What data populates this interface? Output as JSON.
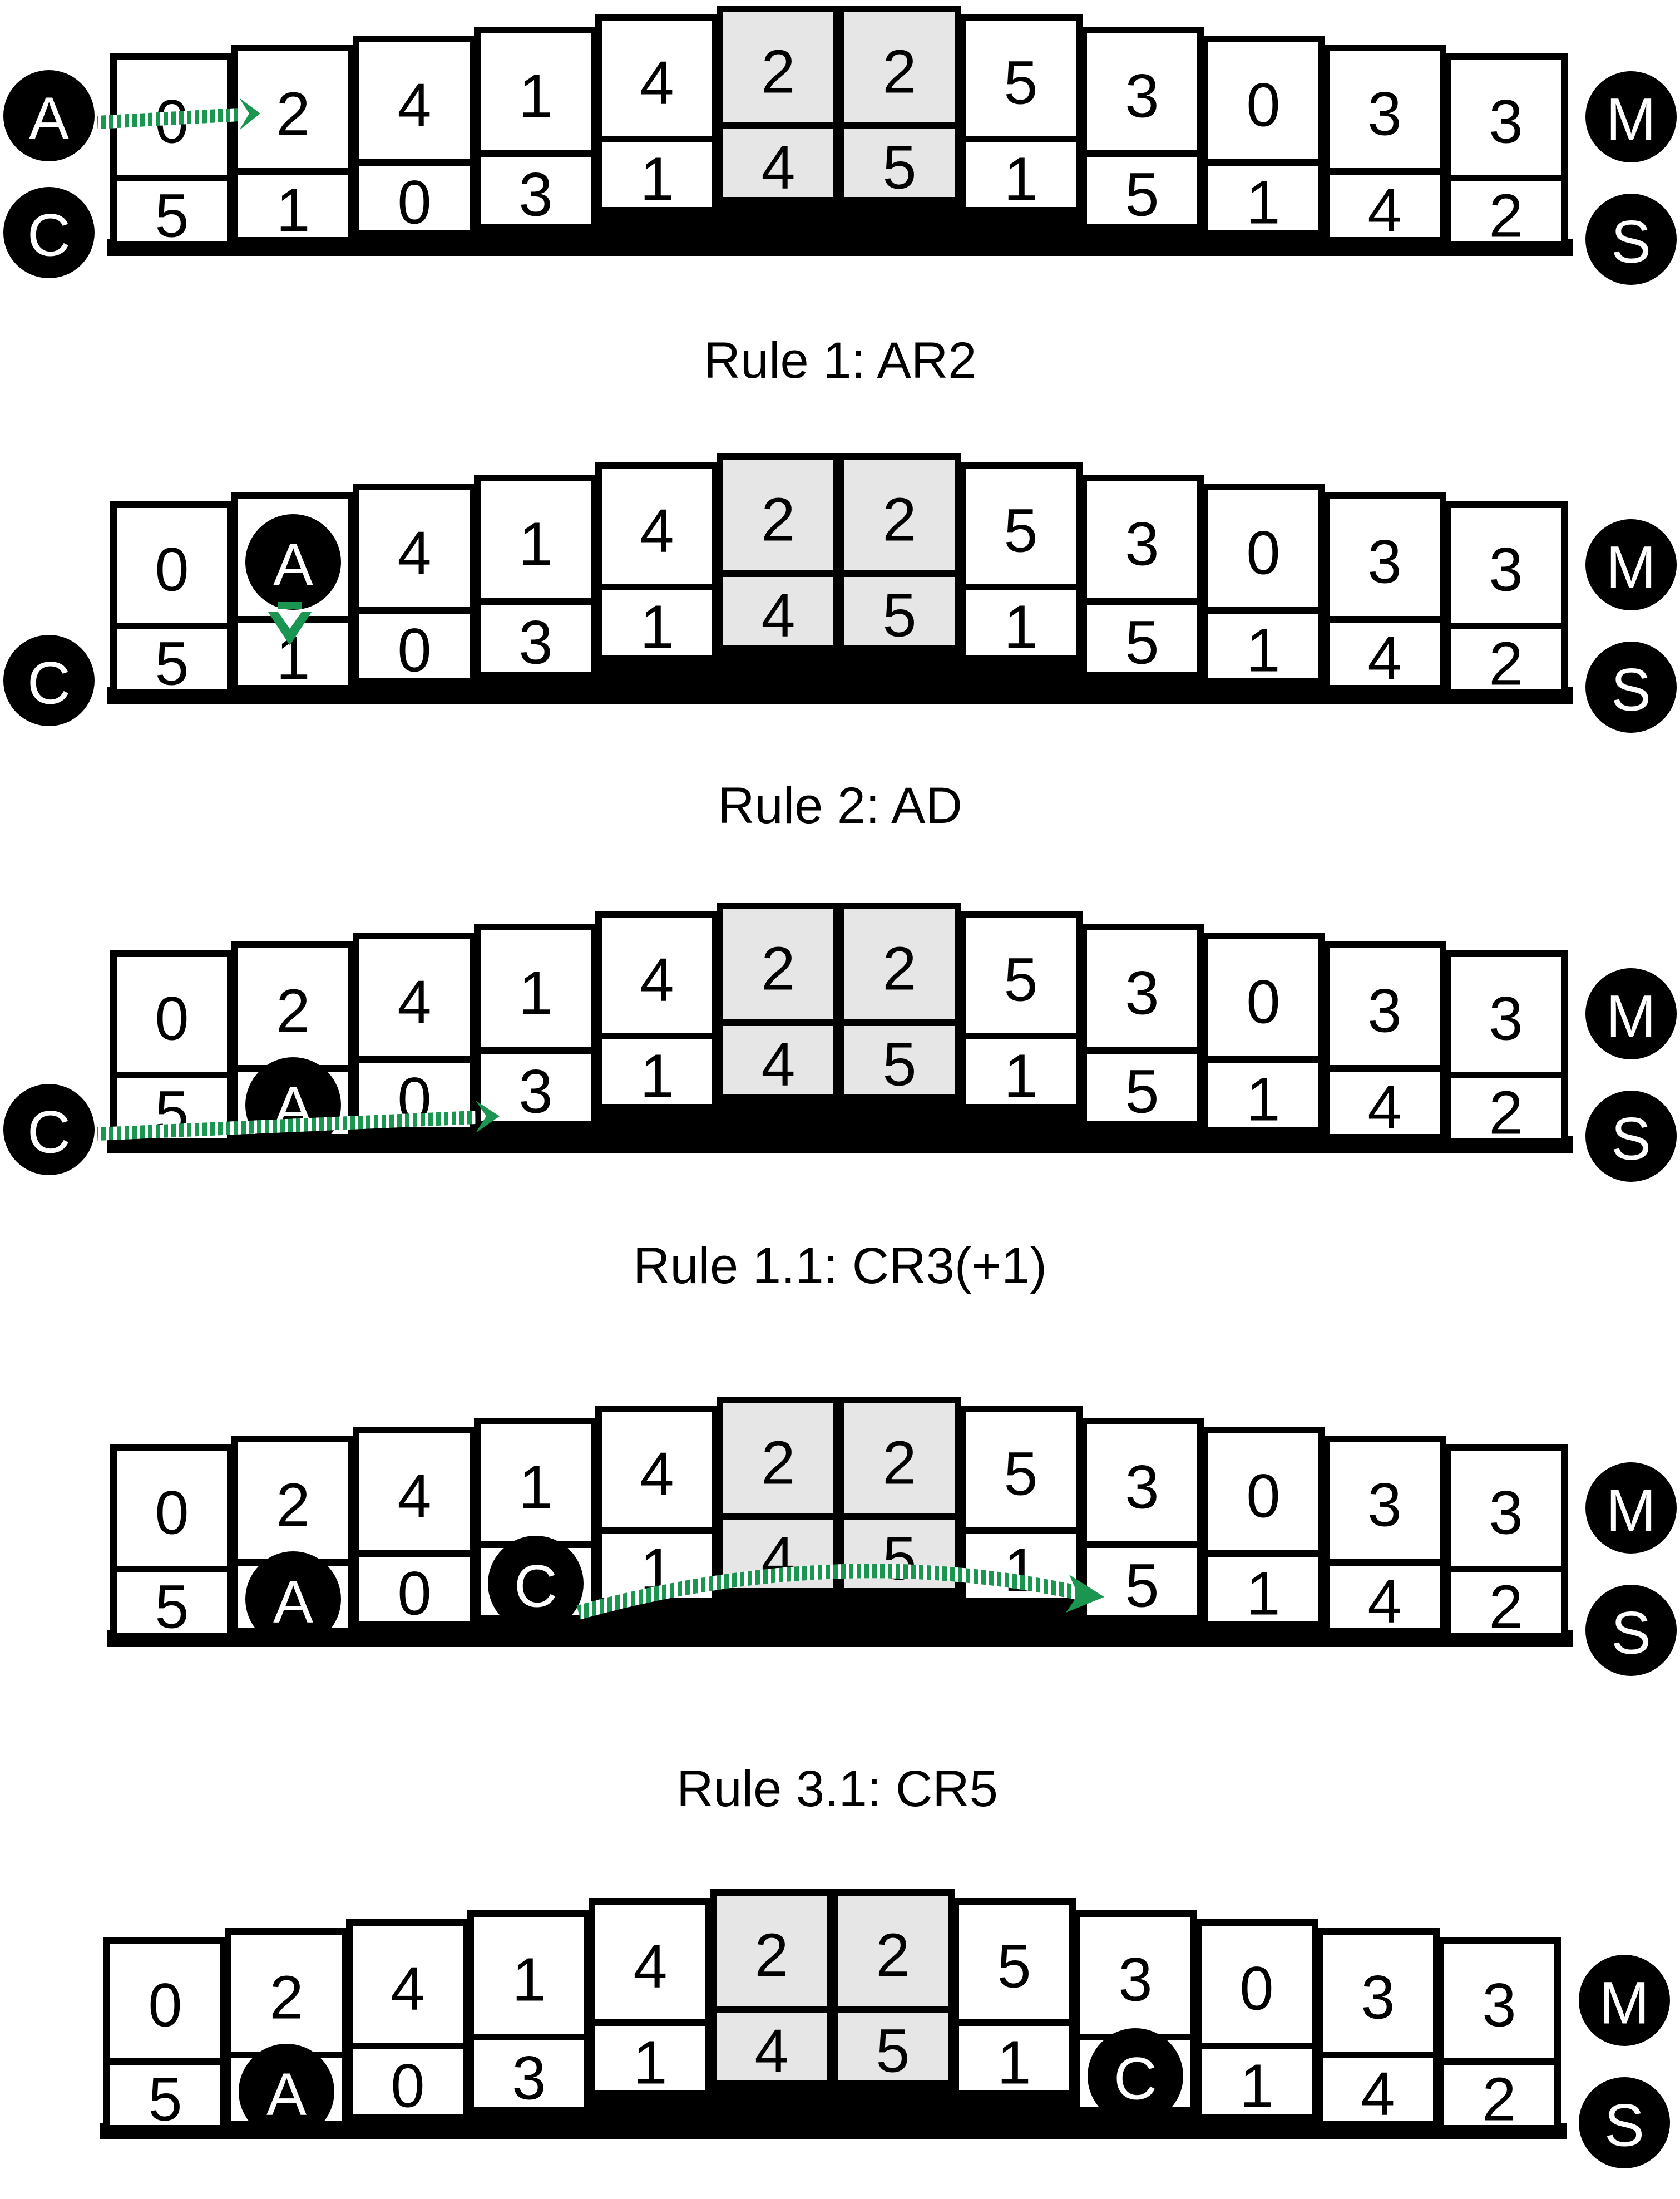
{
  "board": {
    "top_row": [
      "0",
      "2",
      "4",
      "1",
      "4",
      "2",
      "2",
      "5",
      "3",
      "0",
      "3",
      "3"
    ],
    "bottom_row": [
      "5",
      "1",
      "0",
      "3",
      "1",
      "4",
      "5",
      "1",
      "5",
      "1",
      "4",
      "2"
    ],
    "left_labels": [
      "A",
      "C"
    ],
    "right_labels": [
      "M",
      "S"
    ]
  },
  "panels": [
    {
      "caption": "Rule 1: AR2",
      "tokens": []
    },
    {
      "caption": "Rule 2: AD",
      "tokens": [
        {
          "label": "A",
          "row": "top",
          "col": 1
        }
      ]
    },
    {
      "caption": "Rule 1.1: CR3(+1)",
      "tokens": [
        {
          "label": "A",
          "row": "bottom",
          "col": 1
        }
      ]
    },
    {
      "caption": "Rule 3.1: CR5",
      "tokens": [
        {
          "label": "A",
          "row": "bottom",
          "col": 1
        },
        {
          "label": "C",
          "row": "bottom",
          "col": 3
        }
      ]
    },
    {
      "caption": "",
      "tokens": [
        {
          "label": "A",
          "row": "bottom",
          "col": 1
        },
        {
          "label": "C",
          "row": "bottom",
          "col": 8
        }
      ]
    }
  ],
  "colors": {
    "cell": "#ffffff",
    "center_cell": "#e6e6e6",
    "outline": "#000000",
    "arrow": "#1a9650",
    "token": "#000000"
  },
  "arrow_icon": "dotted-green-arrow"
}
